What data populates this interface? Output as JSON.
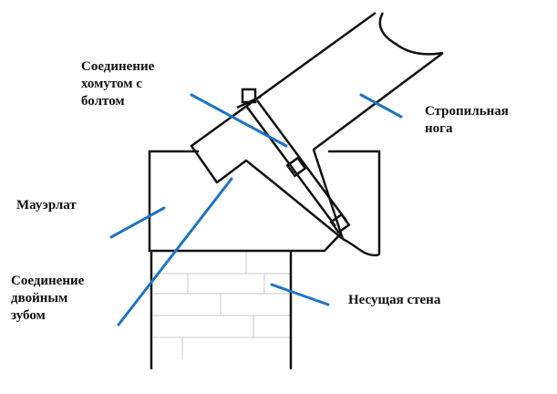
{
  "labels": {
    "clamp_joint": "Соединение\nхомутом с\nболтом",
    "rafter_leg": "Стропильная\nнога",
    "mauerlat": "Мауэрлат",
    "double_tooth_joint": "Соединение\nдвойным\nзубом",
    "bearing_wall": "Несущая стена"
  },
  "colors": {
    "outline": "#111111",
    "leader": "#1f73c4",
    "brick_line": "#c8c8c8",
    "background": "#ffffff"
  }
}
